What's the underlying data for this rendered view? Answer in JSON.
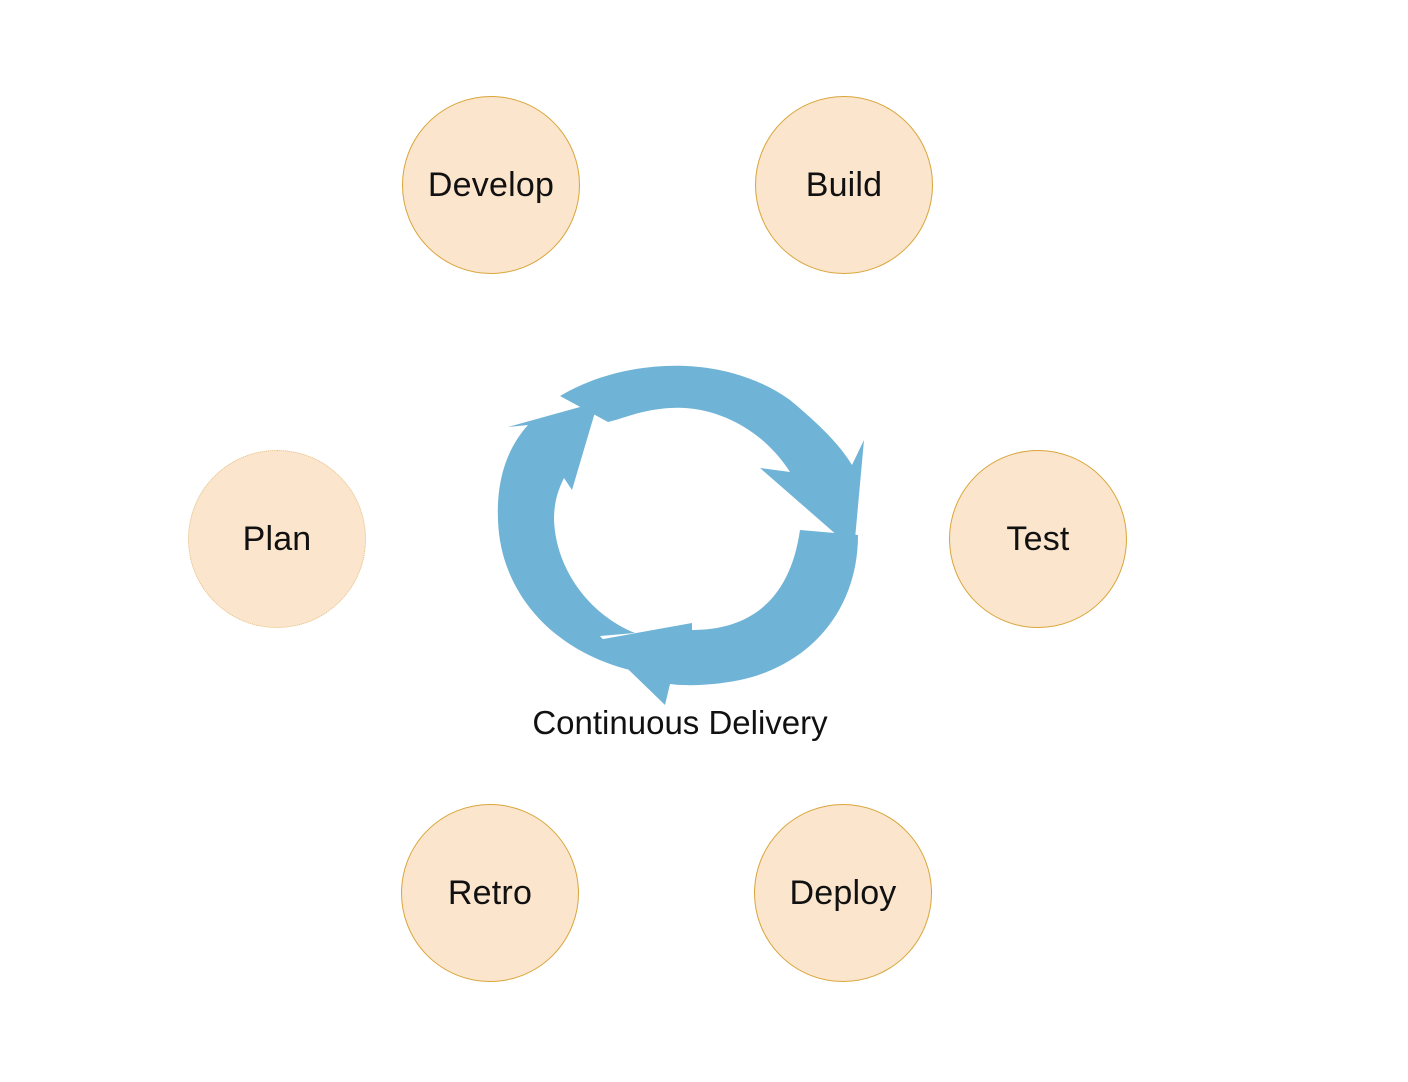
{
  "diagram": {
    "caption": "Continuous Delivery",
    "cycle_color": "#6fb3d6",
    "stage_fill": "#fbe5cd",
    "stage_border": "#d9a53a",
    "stages": [
      {
        "id": "develop",
        "label": "Develop"
      },
      {
        "id": "build",
        "label": "Build"
      },
      {
        "id": "plan",
        "label": "Plan"
      },
      {
        "id": "test",
        "label": "Test"
      },
      {
        "id": "retro",
        "label": "Retro"
      },
      {
        "id": "deploy",
        "label": "Deploy"
      }
    ],
    "cycle_icon": "circular-arrows-icon"
  }
}
